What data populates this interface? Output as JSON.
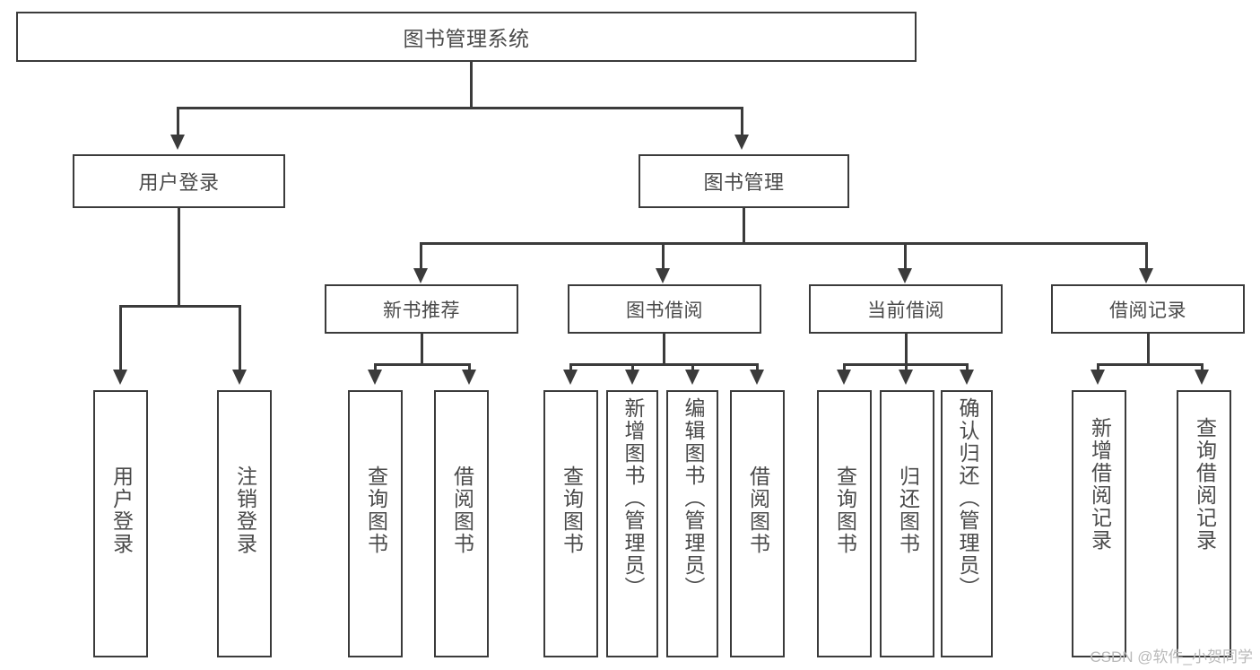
{
  "diagram": {
    "title": "图书管理系统",
    "type": "tree-hierarchy-chart",
    "root": {
      "label": "图书管理系统"
    },
    "level1": [
      {
        "label": "用户登录"
      },
      {
        "label": "图书管理"
      }
    ],
    "level2": [
      {
        "label": "新书推荐"
      },
      {
        "label": "图书借阅"
      },
      {
        "label": "当前借阅"
      },
      {
        "label": "借阅记录"
      }
    ],
    "leaves": {
      "user_login": [
        {
          "label": "用户登录"
        },
        {
          "label": "注销登录"
        }
      ],
      "new_book_recommend": [
        {
          "label": "查询图书"
        },
        {
          "label": "借阅图书"
        }
      ],
      "book_borrow": [
        {
          "label": "查询图书"
        },
        {
          "label": "新增图书（管理员）"
        },
        {
          "label": "编辑图书（管理员）"
        },
        {
          "label": "借阅图书"
        }
      ],
      "current_borrow": [
        {
          "label": "查询图书"
        },
        {
          "label": "归还图书"
        },
        {
          "label": "确认归还（管理员）"
        }
      ],
      "borrow_record": [
        {
          "label": "新增借阅记录"
        },
        {
          "label": "查询借阅记录"
        }
      ]
    }
  },
  "watermark": {
    "text": "CSDN @软件_小贺同学"
  },
  "colors": {
    "stroke": "#3b3b3b",
    "text": "#4a4a4a",
    "background": "#ffffff",
    "watermark": "#b9b9b9"
  }
}
